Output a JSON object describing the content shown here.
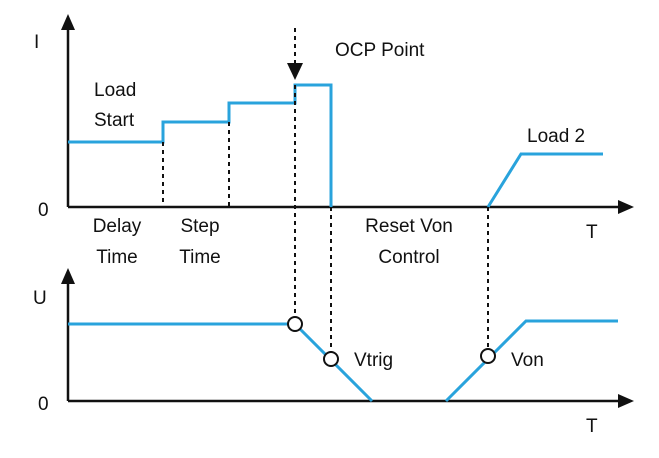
{
  "colors": {
    "curve": "#29a3dc",
    "ink": "#111111",
    "background": "#ffffff"
  },
  "current_plot": {
    "y_axis_label": "I",
    "x_axis_label": "T",
    "origin_label": "0",
    "load_start_line1": "Load",
    "load_start_line2": "Start",
    "ocp_point": "OCP Point",
    "load2": "Load 2",
    "delay_line1": "Delay",
    "delay_line2": "Time",
    "step_line1": "Step",
    "step_line2": "Time",
    "reset_line1": "Reset Von",
    "reset_line2": "Control"
  },
  "voltage_plot": {
    "y_axis_label": "U",
    "x_axis_label": "T",
    "origin_label": "0",
    "vtrig": "Vtrig",
    "von": "Von"
  }
}
